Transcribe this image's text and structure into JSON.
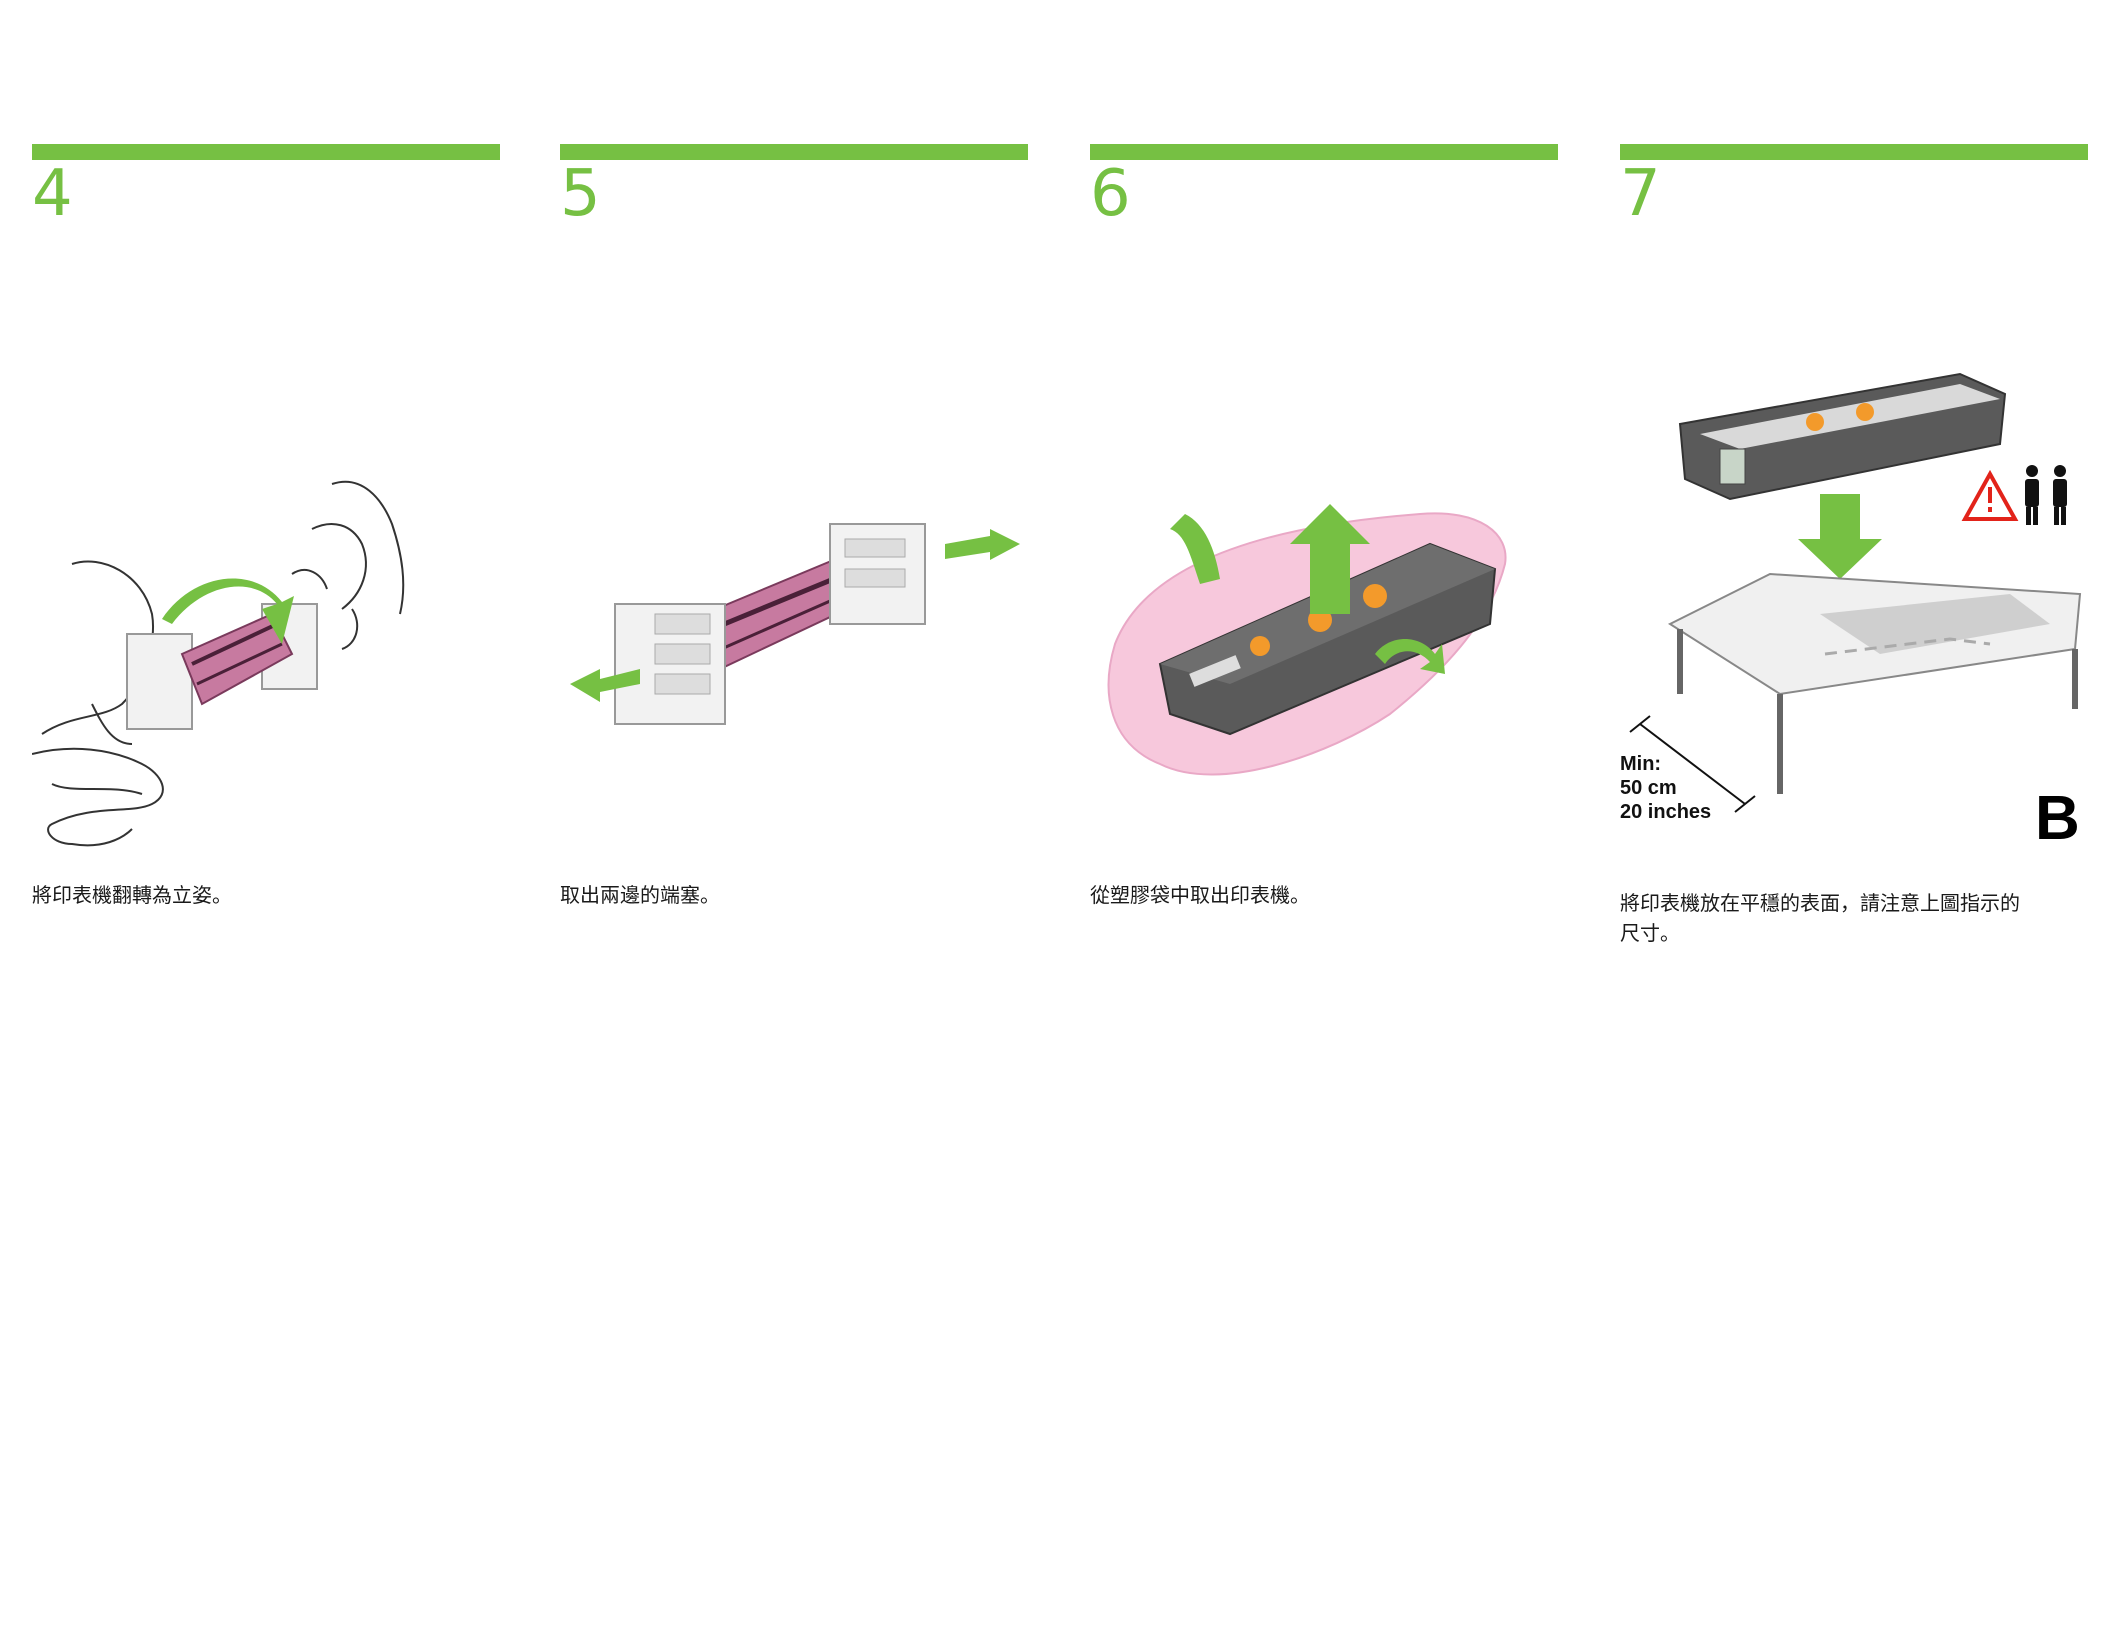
{
  "steps": [
    {
      "number": "4",
      "caption": "將印表機翻轉為立姿。"
    },
    {
      "number": "5",
      "caption": "取出兩邊的端塞。"
    },
    {
      "number": "6",
      "caption": "從塑膠袋中取出印表機。"
    },
    {
      "number": "7",
      "caption": "將印表機放在平穩的表面，請注意上圖指示的\n尺寸。"
    }
  ],
  "dimension_note": {
    "line1": "Min:",
    "line2": "50 cm",
    "line3": "20 inches"
  },
  "section_letter": "B",
  "colors": {
    "accent_green": "#76c043",
    "bag_pink": "#f3b6d0",
    "warning_red": "#e2231a"
  },
  "icons": [
    "flip-arrow-icon",
    "pull-arrow-icon",
    "lift-arrow-icon",
    "down-arrow-icon",
    "warning-icon",
    "two-people-icon"
  ]
}
